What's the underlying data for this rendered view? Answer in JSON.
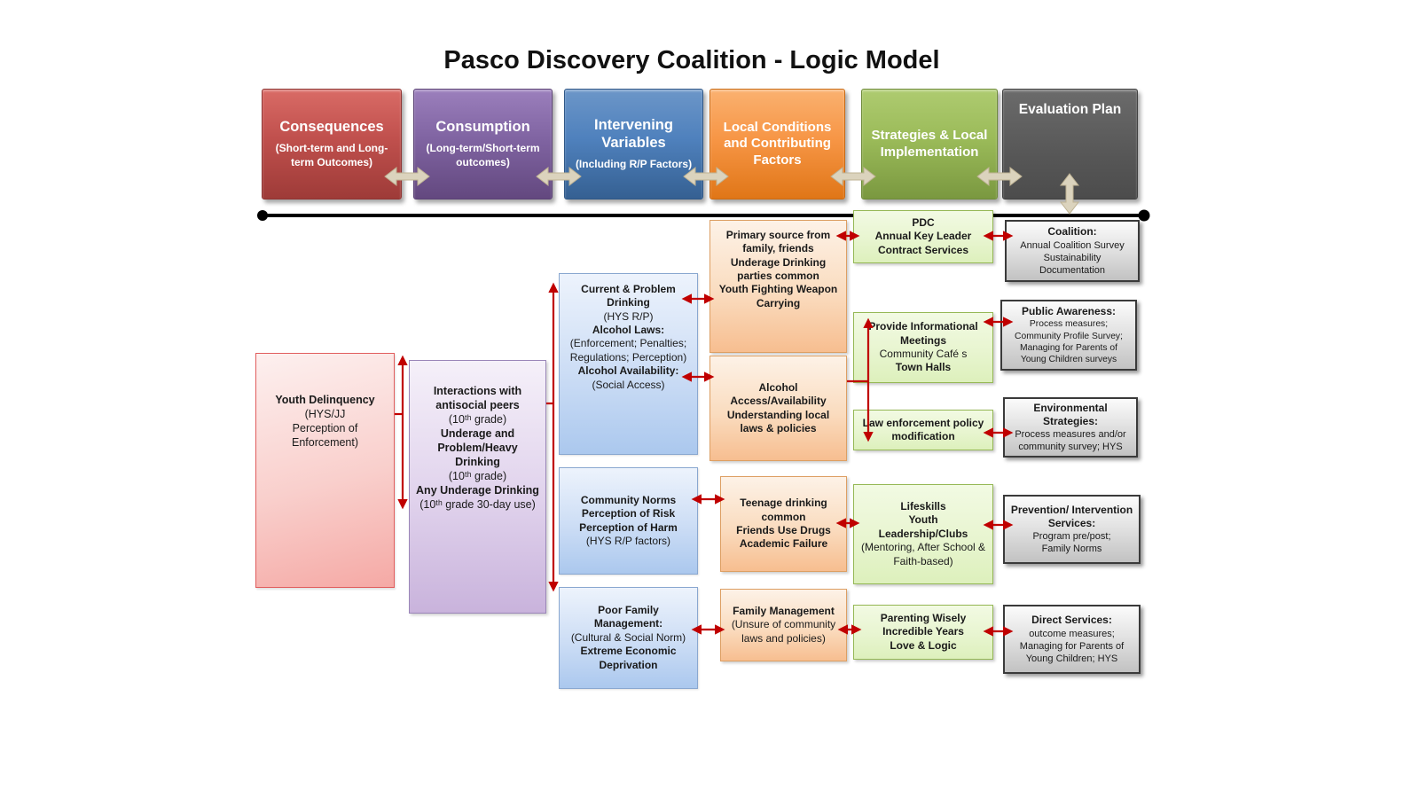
{
  "title": "Pasco Discovery Coalition - Logic Model",
  "colors": {
    "header_consequences": "#C0504D",
    "header_consumption": "#8064A2",
    "header_intervening": "#4F81BD",
    "header_local_conditions": "#F79646",
    "header_strategies": "#9BBB59",
    "header_evaluation": "#595959",
    "connector_red": "#C00000",
    "connector_beige": "#DBD3BD",
    "timeline": "#000000"
  },
  "headers": [
    {
      "title": "Consequences",
      "subtitle": "(Short-term and Long-term Outcomes)"
    },
    {
      "title": "Consumption",
      "subtitle": "(Long-term/Short-term outcomes)"
    },
    {
      "title": "Intervening Variables",
      "subtitle": "(Including R/P Factors)"
    },
    {
      "title": "Local Conditions and Contributing Factors",
      "subtitle": ""
    },
    {
      "title": "Strategies & Local Implementation",
      "subtitle": ""
    },
    {
      "title": "Evaluation Plan",
      "subtitle": ""
    }
  ],
  "boxes": {
    "youth_delinquency": {
      "p": [
        "Youth Delinquency",
        "(HYS/JJ",
        "Perception of",
        "Enforcement)"
      ]
    },
    "antisocial_peers": {
      "p": [
        "Interactions with antisocial peers",
        "(10ᵗʰ grade)",
        "Underage and Problem/Heavy Drinking",
        "(10ᵗʰ grade)",
        "Any Underage Drinking",
        "(10ᵗʰ grade 30-day use)"
      ]
    },
    "current_problem_drinking": {
      "p": [
        "Current & Problem Drinking",
        "(HYS R/P)",
        "Alcohol Laws:",
        "(Enforcement; Penalties; Regulations; Perception)",
        "Alcohol Availability:",
        "(Social Access)"
      ]
    },
    "community_norms": {
      "p": [
        "Community Norms",
        "Perception of Risk",
        "Perception of Harm",
        "(HYS R/P factors)"
      ]
    },
    "poor_family_management": {
      "p": [
        "Poor Family Management:",
        "(Cultural & Social Norm)",
        "Extreme Economic Deprivation"
      ]
    },
    "primary_source": {
      "p": [
        "Primary source from family, friends",
        "Underage Drinking parties common",
        "Youth Fighting Weapon Carrying"
      ]
    },
    "alcohol_access": {
      "p": [
        "Alcohol Access/Availability",
        "Understanding local laws & policies"
      ]
    },
    "teenage_drinking": {
      "p": [
        "Teenage drinking common",
        "Friends Use Drugs",
        "Academic Failure"
      ]
    },
    "family_management": {
      "p": [
        "Family Management",
        "(Unsure of community laws and policies)"
      ]
    },
    "pdc": {
      "p": [
        "PDC",
        "Annual Key Leader",
        "Contract Services"
      ]
    },
    "informational_meetings": {
      "p": [
        "Provide Informational Meetings",
        "Community Café s",
        "Town Halls"
      ]
    },
    "law_enforcement": {
      "p": [
        "Law enforcement policy modification"
      ]
    },
    "lifeskills": {
      "p": [
        "Lifeskills",
        "Youth",
        "Leadership/Clubs",
        "(Mentoring, After School & Faith-based)"
      ]
    },
    "parenting": {
      "p": [
        "Parenting Wisely",
        "Incredible Years",
        "Love & Logic"
      ]
    },
    "coalition": {
      "p": [
        "Coalition:",
        "Annual Coalition Survey",
        "Sustainability",
        "Documentation"
      ]
    },
    "public_awareness": {
      "p": [
        "Public Awareness:",
        "Process measures;",
        "Community Profile Survey;",
        "Managing for Parents of Young Children surveys"
      ]
    },
    "environmental": {
      "p": [
        "Environmental Strategies:",
        "Process measures and/or community survey; HYS"
      ]
    },
    "prevention": {
      "p": [
        "Prevention/ Intervention  Services:",
        "Program pre/post;",
        "Family Norms"
      ]
    },
    "direct_services": {
      "p": [
        "Direct Services:",
        "outcome measures;",
        "Managing for Parents of Young Children; HYS"
      ]
    }
  }
}
